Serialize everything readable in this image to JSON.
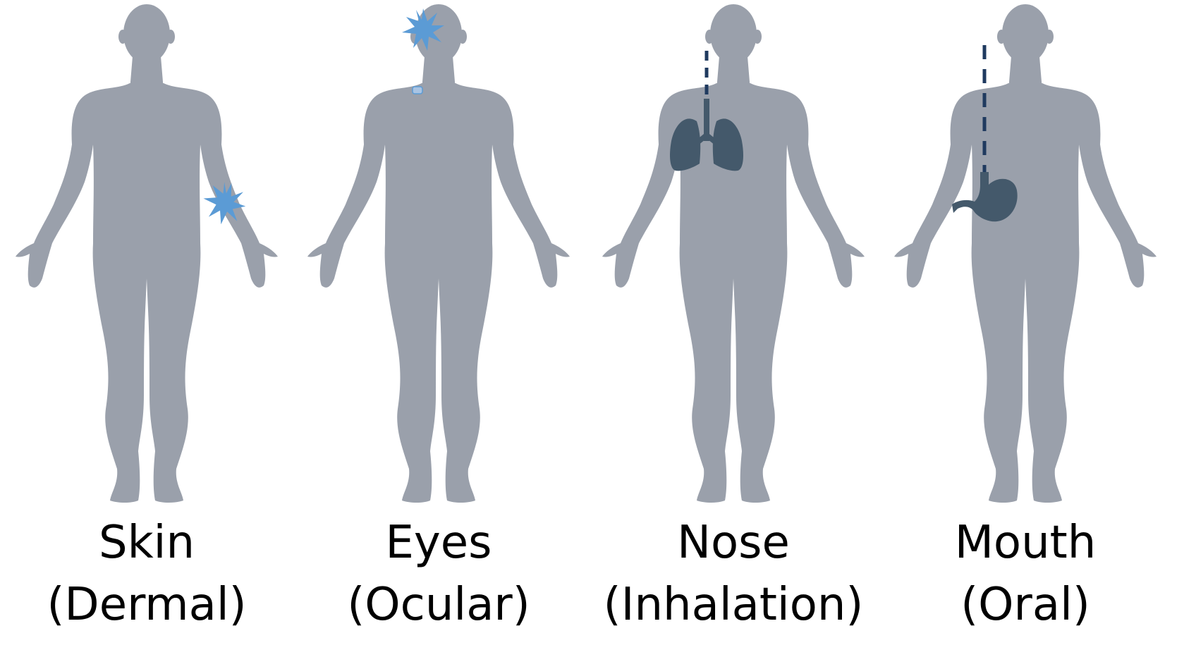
{
  "routes": [
    {
      "id": "skin",
      "name": "Skin",
      "route": "(Dermal)",
      "marker": "starburst-icon"
    },
    {
      "id": "eyes",
      "name": "Eyes",
      "route": "(Ocular)",
      "marker": "starburst-icon"
    },
    {
      "id": "nose",
      "name": "Nose",
      "route": "(Inhalation)",
      "marker": "lungs-icon"
    },
    {
      "id": "mouth",
      "name": "Mouth",
      "route": "(Oral)",
      "marker": "stomach-icon"
    }
  ],
  "colors": {
    "body": "#9aa0ab",
    "splash": "#5b9bd5",
    "organ": "#44596b",
    "path": "#1f3a5f",
    "text": "#000000"
  }
}
